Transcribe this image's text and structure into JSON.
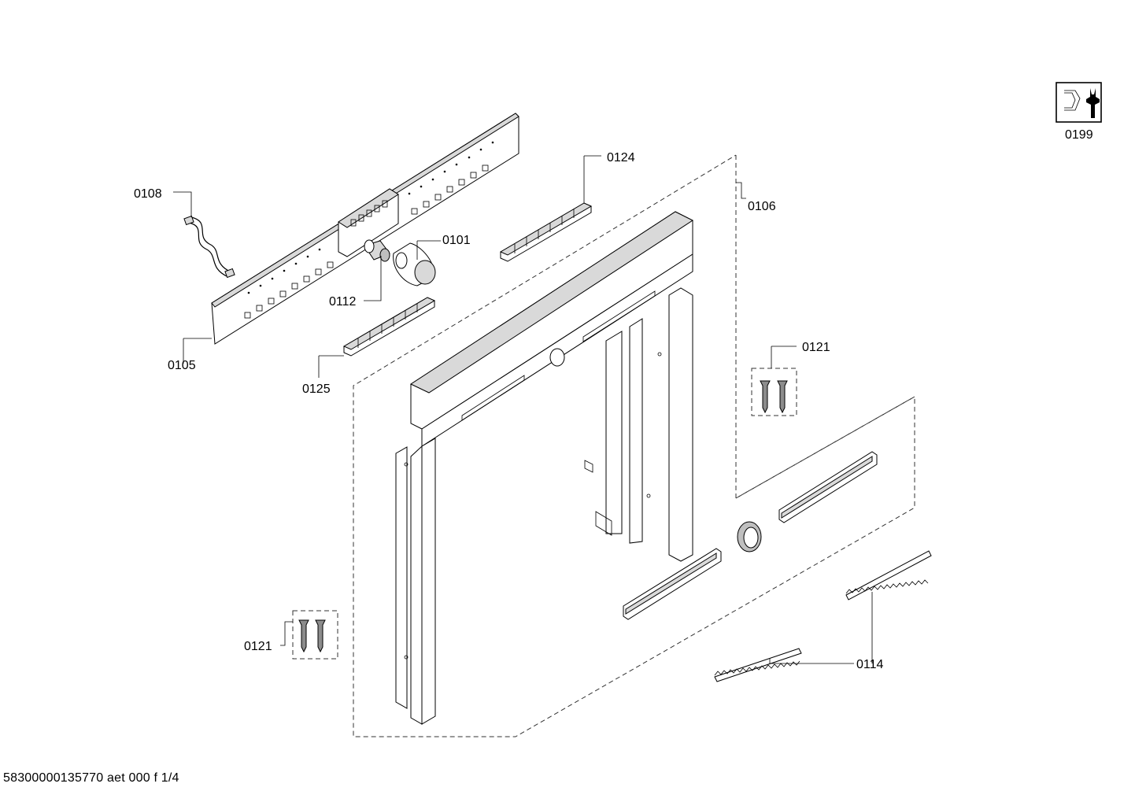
{
  "labels": {
    "l0199": "0199",
    "l0124": "0124",
    "l0106": "0106",
    "l0108": "0108",
    "l0101": "0101",
    "l0112": "0112",
    "l0105": "0105",
    "l0125": "0125",
    "l0121a": "0121",
    "l0121b": "0121",
    "l0114": "0114"
  },
  "footer": "58300000135770 aet 000 f 1/4",
  "icons": {
    "service": "service-tool-icon"
  }
}
